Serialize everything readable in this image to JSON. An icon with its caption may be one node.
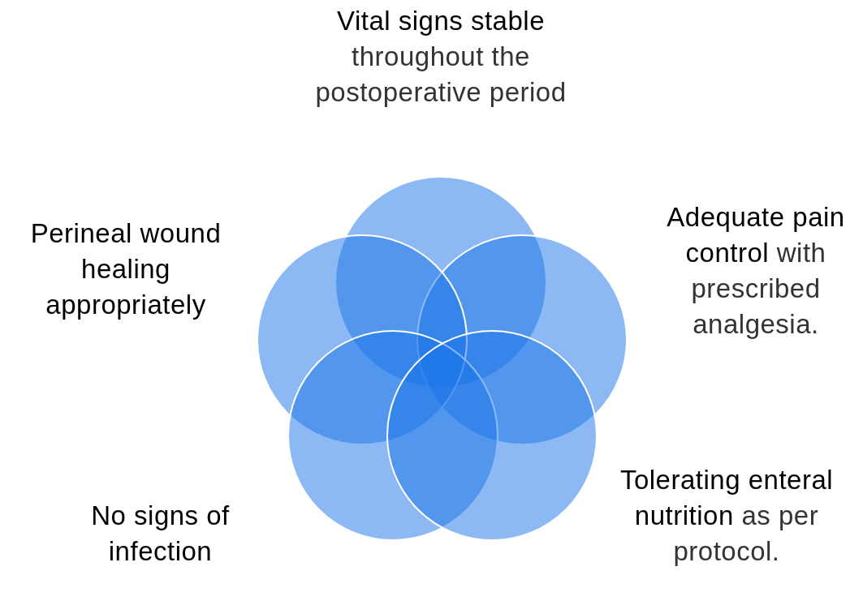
{
  "diagram": {
    "nodes": [
      {
        "text": [
          "**Vital signs stable** throughout the postoperative period"
        ]
      },
      {
        "text": [
          "Perineal wound healing appropriately"
        ]
      },
      {
        "text": [
          "**Adequate pain control** with prescribed analgesia."
        ]
      },
      {
        "text": [
          "No signs of infection"
        ]
      },
      {
        "text": [
          "**Tolerating enteral nutrition** as per protocol."
        ]
      }
    ]
  }
}
